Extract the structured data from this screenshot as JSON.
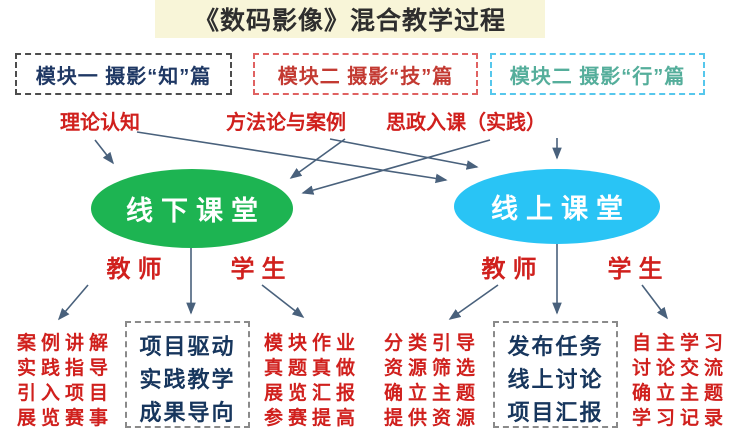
{
  "title": "《数码影像》混合教学过程",
  "modules": [
    {
      "label": "模块一 摄影“知”篇"
    },
    {
      "label": "模块二 摄影“技”篇"
    },
    {
      "label": "模块二 摄影“行”篇"
    }
  ],
  "methods": [
    {
      "label": "理论认知"
    },
    {
      "label": "方法论与案例"
    },
    {
      "label": "思政入课（实践）"
    }
  ],
  "classrooms": [
    {
      "label": "线下课堂",
      "color": "#1db452"
    },
    {
      "label": "线上课堂",
      "color": "#29c4f5"
    }
  ],
  "roles": [
    {
      "label": "教师"
    },
    {
      "label": "学生"
    },
    {
      "label": "教师"
    },
    {
      "label": "学生"
    }
  ],
  "outcome_lists": [
    {
      "lines": [
        "案例讲解",
        "实践指导",
        "引入项目",
        "展览赛事"
      ]
    },
    {
      "lines": [
        "模块作业",
        "真题真做",
        "展览汇报",
        "参赛提高"
      ]
    },
    {
      "lines": [
        "分类引导",
        "资源筛选",
        "确立主题",
        "提供资源"
      ]
    },
    {
      "lines": [
        "自主学习",
        "讨论交流",
        "确立主题",
        "学习记录"
      ]
    }
  ],
  "outcome_boxes": [
    {
      "lines": [
        "项目驱动",
        "实践教学",
        "成果导向"
      ]
    },
    {
      "lines": [
        "发布任务",
        "线上讨论",
        "项目汇报"
      ]
    }
  ],
  "colors": {
    "title_bg": "#f8f5d8",
    "module1_text": "#1f3864",
    "module2_text": "#c33a32",
    "module3_text": "#55ae9b",
    "module3_border": "#56c7ec",
    "red_text": "#d0201d",
    "navy_text": "#17365d",
    "arrow": "#49617c"
  }
}
